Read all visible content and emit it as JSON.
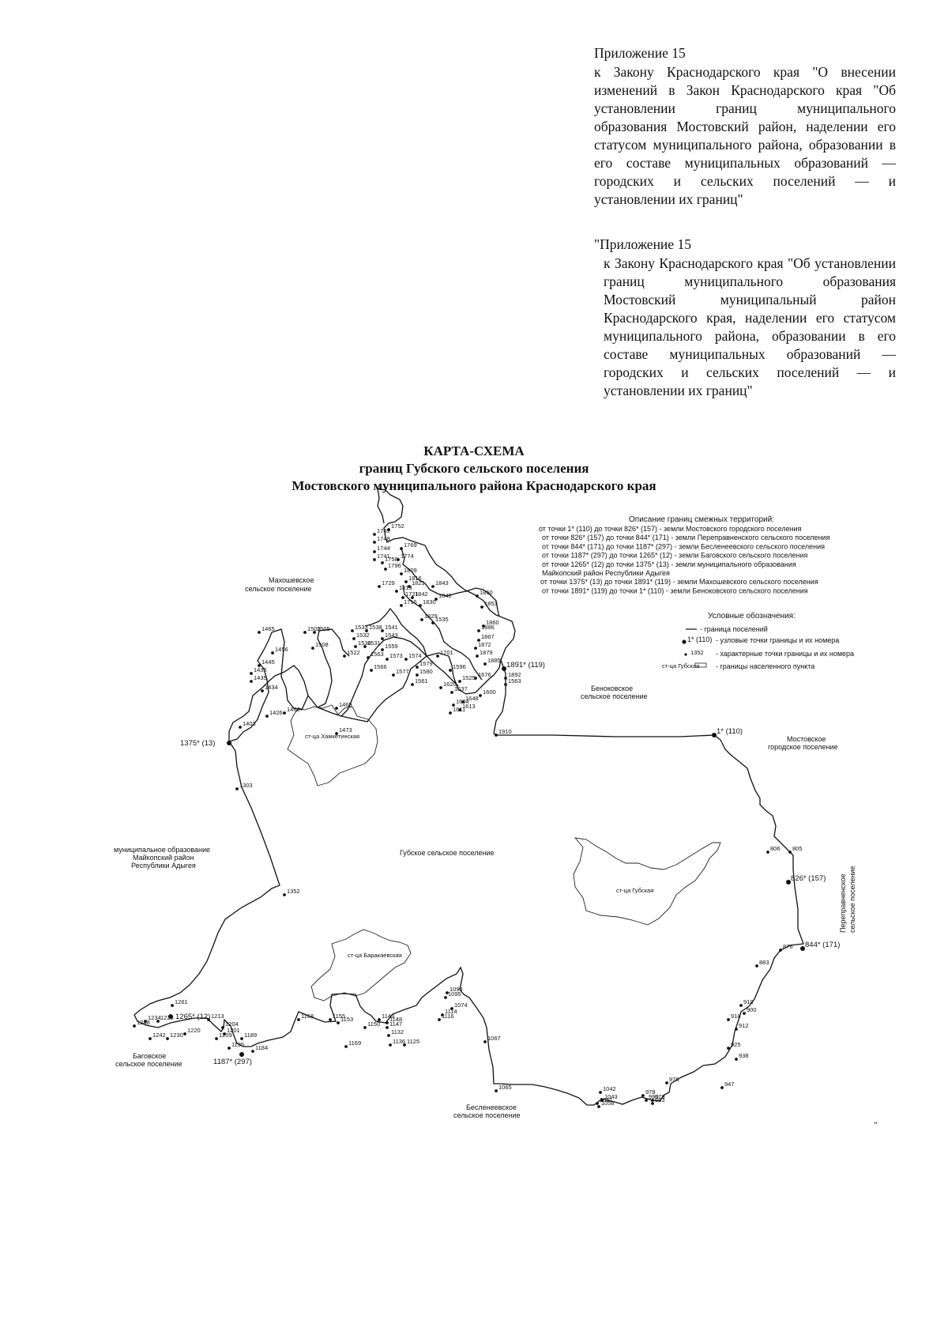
{
  "appendix1": {
    "head": "Приложение 15",
    "body": "к Закону Краснодарского края \"О внесении изменений в Закон Краснодарского края \"Об установлении границ муниципального образования Мостовский район, наделении его статусом муниципального района, образовании в его составе муниципальных образований — городских и сельских поселений — и установлении их границ\""
  },
  "appendix2": {
    "head": "\"Приложение 15",
    "body": "к Закону Краснодарского края \"Об установлении границ муниципального образования Мостовский муниципальный район Краснодарского края, наделении его статусом муниципального района, образовании в его составе муниципальных образований — городских и сельских поселений — и установлении их границ\""
  },
  "title": {
    "line1": "КАРТА-СХЕМА",
    "line2": "границ Губского сельского поселения",
    "line3": "Мостовского муниципального района Краснодарского края"
  },
  "description": {
    "title": "Описание границ смежных территорий:",
    "lines": [
      "от точки 1* (110) до точки 826* (157) - земли Мостовского городского поселения",
      "от точки 826* (157) до точки 844* (171) - земли Переправненского сельского поселения",
      "от точки 844* (171) до точки 1187* (297) - земли Бесленеевского сельского поселения",
      "от точки 1187* (297) до точки 1265* (12) - земли Баговского сельского поселения",
      "от точки 1265* (12) до точки 1375* (13) - земли муниципального образования",
      "Майкопский район Республики Адыгея",
      "от точки 1375* (13) до точки 1891* (119) - земли Махошевского сельского поселения",
      "от точки 1891* (119) до точки 1* (110) - земли Беноковского сельского поселения"
    ]
  },
  "legend": {
    "title": "Условные обозначения:",
    "border_label": "- граница поселений",
    "node_sample": "1* (110)",
    "node_label": "- узловые точки границы и их номера",
    "char_sample": "1352",
    "char_label": "- характерные точки границы и их номера",
    "settl_sample": "ст-ца Губская",
    "settl_label": "- границы населенного пункта"
  },
  "regions": {
    "makhosh1": "Махошевское",
    "makhosh2": "сельское поселение",
    "benok1": "Беноковское",
    "benok2": "сельское поселение",
    "mostov1": "Мостовское",
    "mostov2": "городское поселение",
    "maikop1": "муниципальное образование",
    "maikop2": "Майкопский район",
    "maikop3": "Республики Адыгея",
    "gubsk": "Губское сельское поселение",
    "perepr1": "Переправненское",
    "perepr2": "сельское поселение",
    "bagov1": "Баговское",
    "bagov2": "сельское поселение",
    "beslen1": "Бесленеевское",
    "beslen2": "сельское поселение"
  },
  "settlements": {
    "khamket": "ст-ца Хамкетинская",
    "gubskaya": "ст-ца Губская",
    "barakaevskaya": "ст-ца Баракаевская"
  },
  "points": [
    "1752",
    "1749",
    "1748",
    "1769",
    "1744",
    "1741",
    "1758",
    "1774",
    "1796",
    "1809",
    "1816",
    "1821",
    "1843",
    "1729",
    "1813",
    "1842",
    "1850",
    "1721",
    "1840",
    "1853",
    "1716",
    "1830",
    "1829",
    "1535",
    "1860",
    "1886",
    "1867",
    "1872",
    "1503",
    "1505",
    "1533",
    "1538",
    "1541",
    "1532",
    "1543",
    "1530",
    "1531",
    "1559",
    "1508",
    "1522",
    "1563",
    "1573",
    "1574",
    "1579",
    "1566",
    "1577",
    "1580",
    "1596",
    "1879",
    "1885",
    "1891* (119)",
    "1892",
    "1701",
    "1676",
    "1525",
    "1620",
    "1561",
    "1637",
    "1563",
    "1648",
    "1600",
    "1613",
    "1611",
    "1604",
    "1465",
    "1456",
    "1445",
    "1436",
    "1435",
    "1434",
    "1469",
    "1462",
    "1426",
    "1403",
    "1473",
    "1375* (13)",
    "1910",
    "1* (110)",
    "1303",
    "806",
    "805",
    "826* (157)",
    "1352",
    "876",
    "844* (171)",
    "883",
    "1261",
    "1265* (12)",
    "910",
    "900",
    "918",
    "912",
    "1248",
    "1234",
    "1225",
    "1213",
    "1204",
    "1242",
    "1230",
    "1220",
    "1201",
    "1209",
    "1189",
    "1195",
    "1187* (297)",
    "1184",
    "1168",
    "1155",
    "1153",
    "1149",
    "1148",
    "1147",
    "1150",
    "1132",
    "1136",
    "1125",
    "1169",
    "1095",
    "1094",
    "1074",
    "1114",
    "1116",
    "1067",
    "925",
    "938",
    "976",
    "947",
    "978",
    "979",
    "990",
    "983",
    "1051",
    "1042",
    "1043",
    "1058",
    "1065"
  ],
  "closing_mark": "\""
}
